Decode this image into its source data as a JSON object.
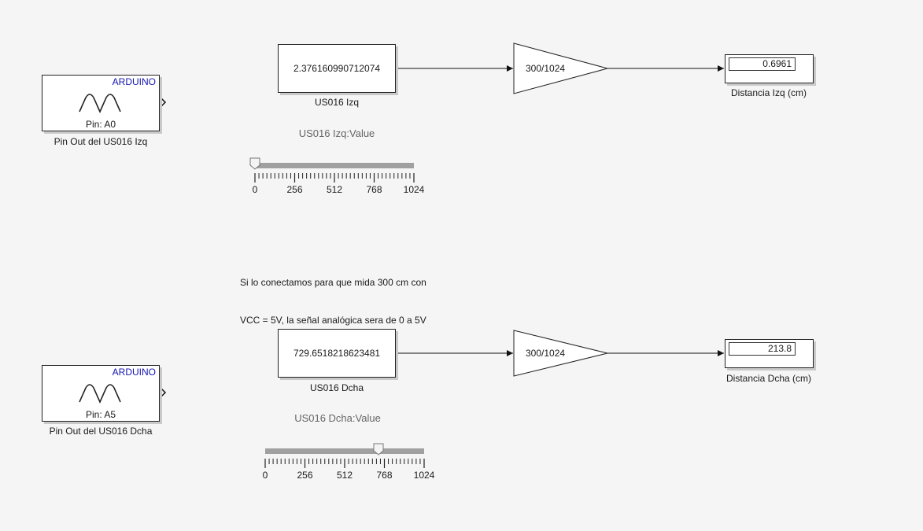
{
  "arduino_izq": {
    "header": "ARDUINO",
    "pin": "Pin: A0",
    "caption": "Pin Out del US016 Izq"
  },
  "arduino_dcha": {
    "header": "ARDUINO",
    "pin": "Pin: A5",
    "caption": "Pin Out del US016 Dcha"
  },
  "const_izq": {
    "value": "2.376160990712074",
    "caption": "US016 Izq"
  },
  "const_dcha": {
    "value": "729.6518218623481",
    "caption": "US016 Dcha"
  },
  "gain_izq": {
    "value": "300/1024"
  },
  "gain_dcha": {
    "value": "300/1024"
  },
  "display_izq": {
    "value": "0.6961",
    "caption": "Distancia Izq (cm)"
  },
  "display_dcha": {
    "value": "213.8",
    "caption": "Distancia Dcha (cm)"
  },
  "slider_izq": {
    "label": "US016 Izq:Value",
    "ticks": [
      "0",
      "256",
      "512",
      "768",
      "1024"
    ],
    "min": 0,
    "max": 1024,
    "value": 2.376160990712074
  },
  "slider_dcha": {
    "label": "US016 Dcha:Value",
    "ticks": [
      "0",
      "256",
      "512",
      "768",
      "1024"
    ],
    "min": 0,
    "max": 1024,
    "value": 729.6518218623481
  },
  "note": {
    "line1": "Si lo conectamos para que mida 300 cm con",
    "line2": "VCC = 5V, la señal analógica sera de 0 a 5V"
  },
  "colors": {
    "background": "#f5f5f5",
    "arduino_header": "#1515b0",
    "slider_track": "#a0a0a0"
  },
  "icons": [
    "waveform-icon",
    "output-port-icon",
    "arrow-icon",
    "slider-thumb-icon"
  ]
}
